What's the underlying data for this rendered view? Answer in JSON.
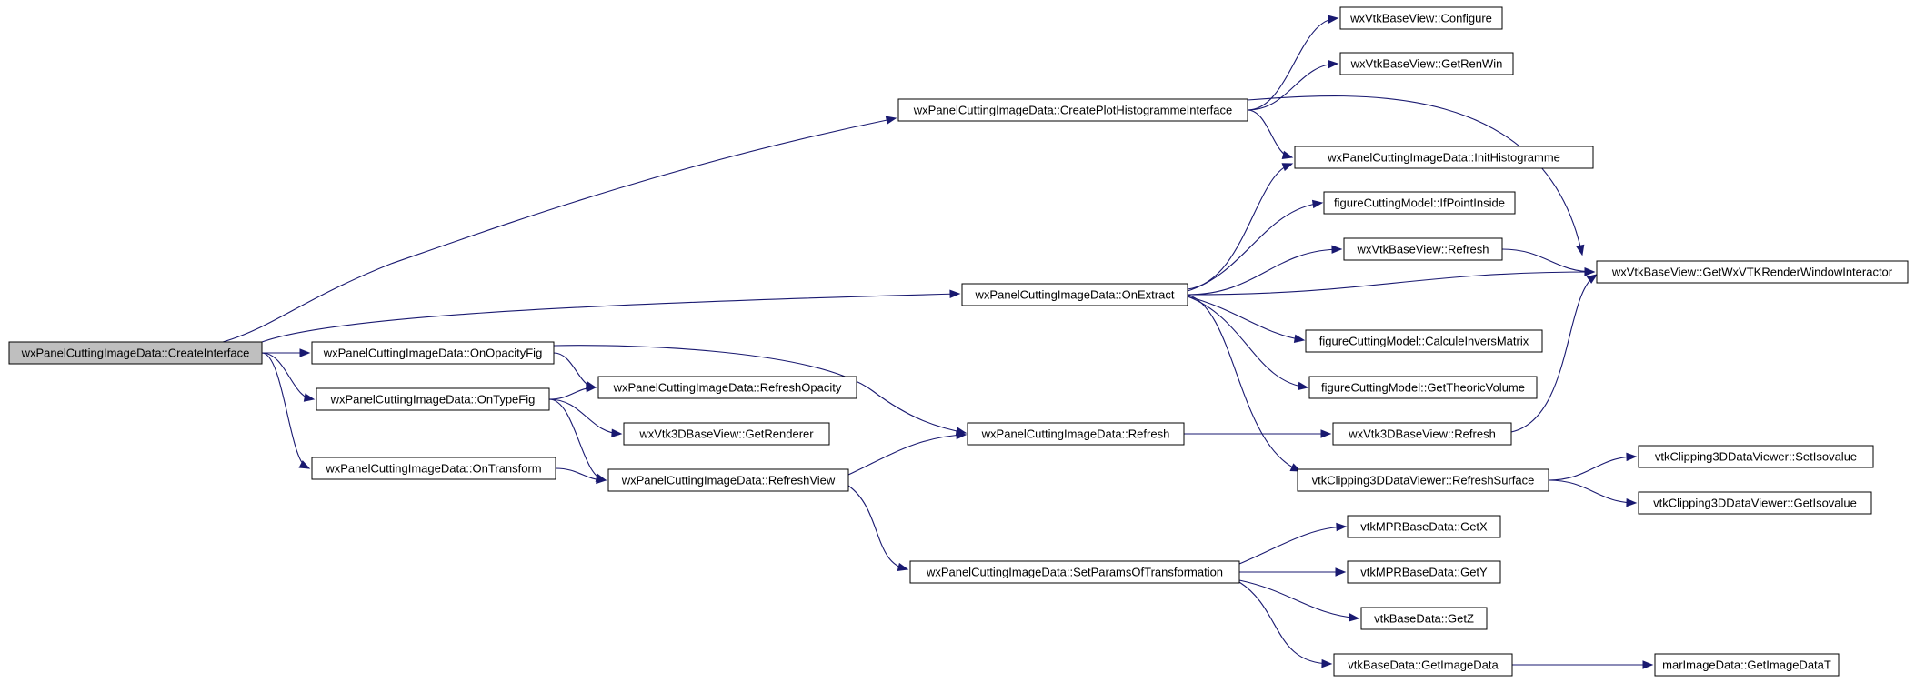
{
  "colors": {
    "edge": "#191970",
    "node_border": "#000000",
    "node_fill": "#ffffff",
    "root_fill": "#bfbfbf",
    "background": "#ffffff"
  },
  "nodes": [
    {
      "id": "n0",
      "label": "wxPanelCuttingImageData::CreateInterface",
      "root": true
    },
    {
      "id": "n1",
      "label": "wxPanelCuttingImageData::CreatePlotHistogrammeInterface"
    },
    {
      "id": "n2",
      "label": "wxVtkBaseView::Configure"
    },
    {
      "id": "n3",
      "label": "wxVtkBaseView::GetRenWin"
    },
    {
      "id": "n4",
      "label": "wxPanelCuttingImageData::InitHistogramme"
    },
    {
      "id": "n5",
      "label": "wxVtkBaseView::GetWxVTKRenderWindowInteractor"
    },
    {
      "id": "n6",
      "label": "wxPanelCuttingImageData::OnExtract"
    },
    {
      "id": "n7",
      "label": "figureCuttingModel::IfPointInside"
    },
    {
      "id": "n8",
      "label": "wxVtkBaseView::Refresh"
    },
    {
      "id": "n9",
      "label": "figureCuttingModel::CalculeInversMatrix"
    },
    {
      "id": "n10",
      "label": "figureCuttingModel::GetTheoricVolume"
    },
    {
      "id": "n11",
      "label": "vtkClipping3DDataViewer::RefreshSurface"
    },
    {
      "id": "n12",
      "label": "wxVtk3DBaseView::Refresh"
    },
    {
      "id": "n13",
      "label": "wxPanelCuttingImageData::OnOpacityFig"
    },
    {
      "id": "n14",
      "label": "wxPanelCuttingImageData::RefreshOpacity"
    },
    {
      "id": "n15",
      "label": "wxPanelCuttingImageData::Refresh"
    },
    {
      "id": "n16",
      "label": "wxPanelCuttingImageData::OnTypeFig"
    },
    {
      "id": "n17",
      "label": "wxVtk3DBaseView::GetRenderer"
    },
    {
      "id": "n18",
      "label": "wxPanelCuttingImageData::RefreshView"
    },
    {
      "id": "n19",
      "label": "wxPanelCuttingImageData::OnTransform"
    },
    {
      "id": "n20",
      "label": "wxPanelCuttingImageData::SetParamsOfTransformation"
    },
    {
      "id": "n21",
      "label": "vtkMPRBaseData::GetX"
    },
    {
      "id": "n22",
      "label": "vtkMPRBaseData::GetY"
    },
    {
      "id": "n23",
      "label": "vtkBaseData::GetZ"
    },
    {
      "id": "n24",
      "label": "vtkBaseData::GetImageData"
    },
    {
      "id": "n25",
      "label": "marImageData::GetImageDataT"
    },
    {
      "id": "n26",
      "label": "vtkClipping3DDataViewer::SetIsovalue"
    },
    {
      "id": "n27",
      "label": "vtkClipping3DDataViewer::GetIsovalue"
    }
  ],
  "edges": [
    {
      "from": "n0",
      "to": "n1"
    },
    {
      "from": "n0",
      "to": "n6"
    },
    {
      "from": "n0",
      "to": "n13"
    },
    {
      "from": "n0",
      "to": "n16"
    },
    {
      "from": "n0",
      "to": "n19"
    },
    {
      "from": "n1",
      "to": "n2"
    },
    {
      "from": "n1",
      "to": "n3"
    },
    {
      "from": "n1",
      "to": "n4"
    },
    {
      "from": "n1",
      "to": "n5"
    },
    {
      "from": "n6",
      "to": "n4"
    },
    {
      "from": "n6",
      "to": "n7"
    },
    {
      "from": "n6",
      "to": "n8"
    },
    {
      "from": "n6",
      "to": "n5"
    },
    {
      "from": "n6",
      "to": "n9"
    },
    {
      "from": "n6",
      "to": "n10"
    },
    {
      "from": "n6",
      "to": "n11"
    },
    {
      "from": "n8",
      "to": "n5"
    },
    {
      "from": "n12",
      "to": "n5"
    },
    {
      "from": "n13",
      "to": "n14"
    },
    {
      "from": "n13",
      "to": "n15"
    },
    {
      "from": "n16",
      "to": "n14"
    },
    {
      "from": "n16",
      "to": "n17"
    },
    {
      "from": "n16",
      "to": "n18"
    },
    {
      "from": "n19",
      "to": "n18"
    },
    {
      "from": "n18",
      "to": "n15"
    },
    {
      "from": "n18",
      "to": "n20"
    },
    {
      "from": "n15",
      "to": "n12"
    },
    {
      "from": "n11",
      "to": "n26"
    },
    {
      "from": "n11",
      "to": "n27"
    },
    {
      "from": "n20",
      "to": "n21"
    },
    {
      "from": "n20",
      "to": "n22"
    },
    {
      "from": "n20",
      "to": "n23"
    },
    {
      "from": "n20",
      "to": "n24"
    },
    {
      "from": "n24",
      "to": "n25"
    }
  ]
}
